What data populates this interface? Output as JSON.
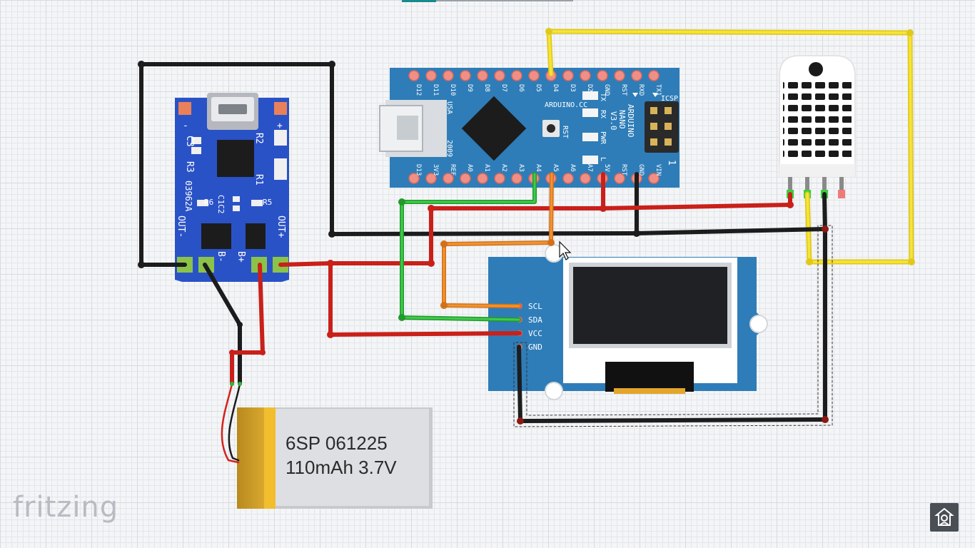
{
  "app": {
    "logo_text": "fritzing"
  },
  "battery": {
    "line1": "6SP 061225",
    "line2": "110mAh 3.7V"
  },
  "charger_module": {
    "labels": {
      "c3": "C3",
      "r3": "R3",
      "r2": "R2",
      "r1": "R1",
      "code": "03962A",
      "r6": "R6",
      "c1c2": "C1C2",
      "r5": "R5",
      "out_minus": "OUT-",
      "out_plus": "OUT+",
      "b_minus": "B-",
      "b_plus": "B+",
      "minus": "-",
      "plus": "+"
    }
  },
  "arduino": {
    "top_pins": [
      "D12",
      "D11",
      "D10",
      "D9",
      "D8",
      "D7",
      "D6",
      "D5",
      "D4",
      "D3",
      "D2",
      "GND",
      "RST",
      "RXD",
      "TX1"
    ],
    "bottom_pins": [
      "D13",
      "3V3",
      "REF",
      "A0",
      "A1",
      "A2",
      "A3",
      "A4",
      "A5",
      "A6",
      "A7",
      "5V",
      "RST",
      "GND",
      "VIN"
    ],
    "brand": "ARDUINO.CC",
    "model_lines": [
      "ARDUINO",
      "NANO",
      "V3.0"
    ],
    "usa": "USA",
    "year": "2009",
    "rst": "RST",
    "icsp": "ICSP",
    "led_labels": [
      "TX",
      "RX",
      "PWR",
      "L"
    ],
    "icsp_one": "1"
  },
  "oled": {
    "pins": [
      "SCL",
      "SDA",
      "VCC",
      "GND"
    ]
  },
  "colors": {
    "board_blue": "#2e7db8",
    "charger_blue": "#2a52c7",
    "wire_red": "#d3231b",
    "wire_black": "#1c1c1c",
    "wire_green": "#2fb53a",
    "wire_orange": "#e8811e",
    "wire_yellow": "#f3dc1c"
  }
}
